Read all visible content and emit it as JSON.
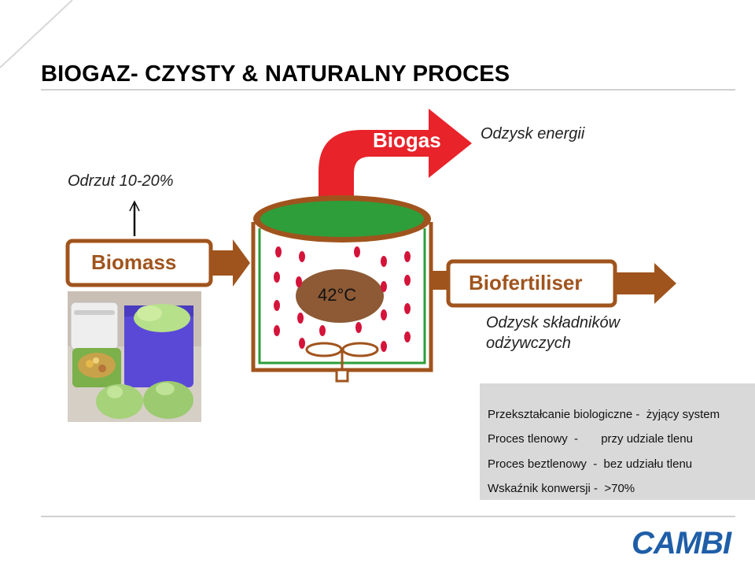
{
  "title": "BIOGAZ- CZYSTY & NATURALNY PROCES",
  "labels": {
    "energy_recovery": "Odzysk  energii",
    "reject": "Odrzut 10-20%",
    "nutrient_recovery_1": "Odzysk  składników",
    "nutrient_recovery_2": "odżywczych",
    "temperature": "42°C"
  },
  "diagram": {
    "biogas": "Biogas",
    "biomass": "Biomass",
    "biofertiliser": "Biofertiliser"
  },
  "info_panel": [
    "Przekształcanie biologiczne -  żyjący system",
    "Proces tlenowy  -       przy udziale tlenu",
    "Proces beztlenowy  -  bez udziału tlenu",
    "Wskaźnik konwersji -  >70%"
  ],
  "logo": "CAMBI",
  "colors": {
    "accent_brown": "#a0541d",
    "arrow_red": "#e8232a",
    "liquid_green": "#2e9e3a",
    "dot_red": "#d4143a",
    "panel_grey": "#d9d9d9",
    "logo_blue": "#1f5ea8"
  }
}
